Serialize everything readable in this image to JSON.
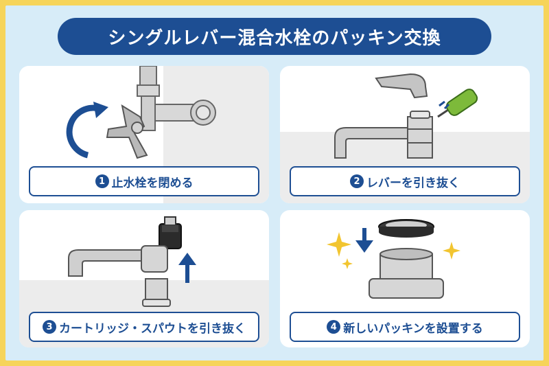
{
  "title": "シングルレバー混合水栓のパッキン交換",
  "steps": [
    {
      "number": "1",
      "text": "止水栓を閉める"
    },
    {
      "number": "2",
      "text": "レバーを引き抜く"
    },
    {
      "number": "3",
      "text": "カートリッジ・スパウトを引き抜く"
    },
    {
      "number": "4",
      "text": "新しいパッキンを設置する"
    }
  ],
  "colors": {
    "border": "#f6d45a",
    "background": "#d7ecf8",
    "accent": "#1d4e93",
    "sparkle": "#f2c530"
  },
  "icons": {
    "step1": [
      "shutoff-valve-icon",
      "rotate-arrow-icon"
    ],
    "step2": [
      "lever-handle-icon",
      "screwdriver-icon",
      "faucet-base-icon"
    ],
    "step3": [
      "cartridge-icon",
      "spout-icon",
      "up-arrow-icon"
    ],
    "step4": [
      "new-packing-icon",
      "down-arrow-icon",
      "sparkle-icon"
    ]
  }
}
